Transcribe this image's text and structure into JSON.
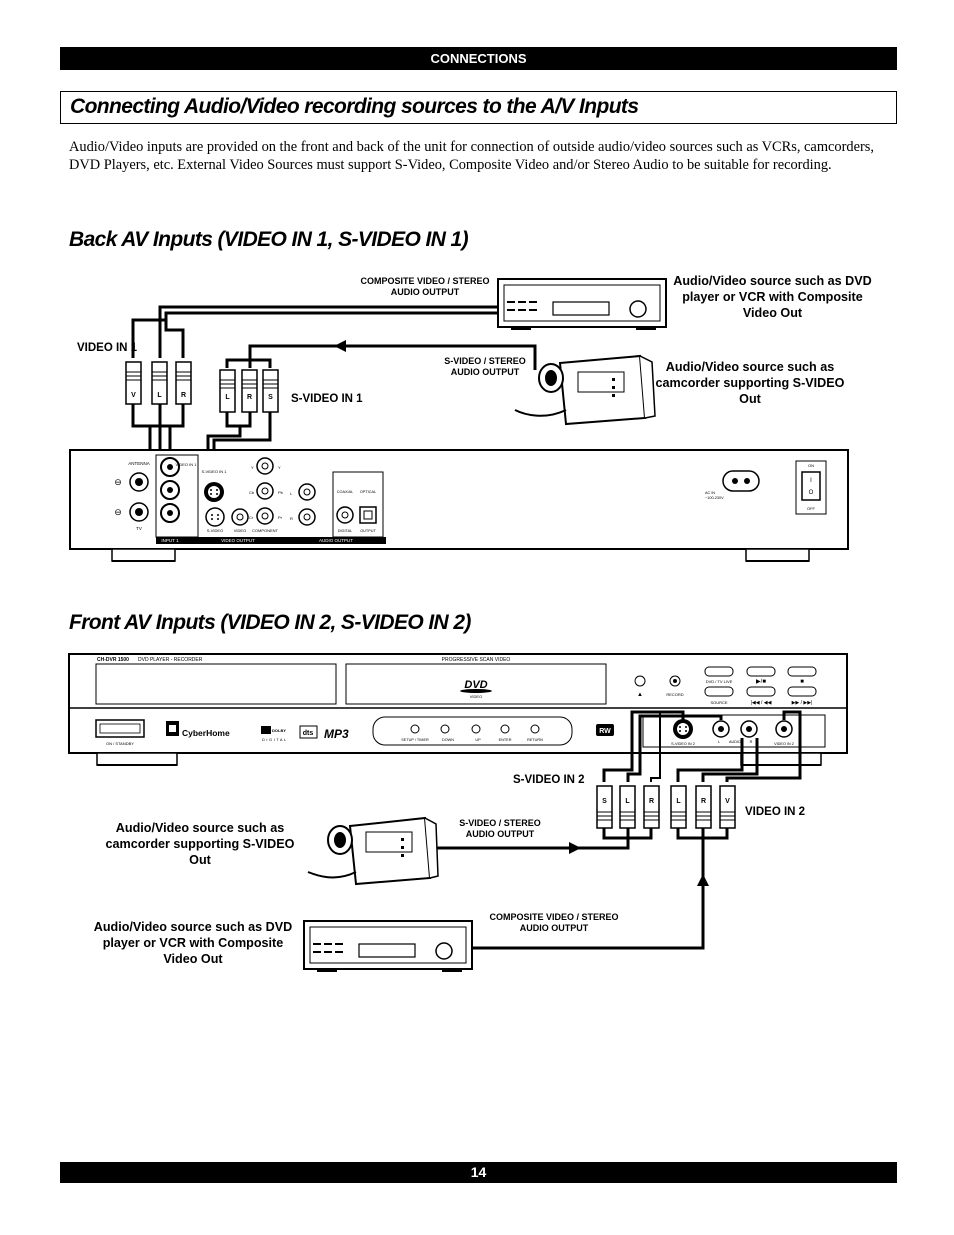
{
  "header": {
    "section_label": "CONNECTIONS"
  },
  "page": {
    "title": "Connecting Audio/Video recording sources to the A/V Inputs",
    "intro": "Audio/Video inputs are provided on the front and back of the unit for connection of outside audio/video sources such as VCRs, camcorders, DVD Players, etc. External Video Sources must support S-Video, Composite Video and/or Stereo Audio to be suitable for recording."
  },
  "back_section": {
    "heading": "Back AV Inputs (VIDEO IN 1, S-VIDEO IN 1)",
    "video_in_label": "VIDEO IN 1",
    "svideo_in_label": "S-VIDEO IN 1",
    "composite_output_label": "COMPOSITE VIDEO / STEREO AUDIO OUTPUT",
    "svideo_output_label": "S-VIDEO / STEREO AUDIO OUTPUT",
    "dvd_source_desc": "Audio/Video source such as DVD player or VCR with Composite Video Out",
    "camcorder_source_desc": "Audio/Video source such as camcorder supporting S-VIDEO Out",
    "plug_letters_video": [
      "V",
      "L",
      "R"
    ],
    "plug_letters_svideo": [
      "L",
      "R",
      "S"
    ],
    "panel": {
      "antenna": "ANTENNA",
      "tv": "TV",
      "video_in_1": "VIDEO IN 1",
      "svideo_in_1": "S-VIDEO IN 1",
      "input_1": "INPUT 1",
      "video_output": "VIDEO OUTPUT",
      "audio_output": "AUDIO OUTPUT",
      "svideo": "S-VIDEO",
      "video": "VIDEO",
      "component": "COMPONENT",
      "coaxial": "COAXIAL",
      "optical": "OPTICAL",
      "digital": "DIGITAL",
      "output": "OUTPUT",
      "ac_in": "AC IN",
      "voltage": "~100-230V",
      "on": "ON",
      "off": "OFF",
      "y": "Y",
      "cb": "Cb",
      "cr": "Cr",
      "pb": "Pb",
      "pr": "Pr",
      "l": "L",
      "r": "R",
      "switch_on": "I",
      "switch_off": "O"
    }
  },
  "front_section": {
    "heading": "Front AV Inputs (VIDEO IN 2, S-VIDEO IN 2)",
    "svideo_in_label": "S-VIDEO IN 2",
    "video_in_label": "VIDEO IN 2",
    "svideo_output_label": "S-VIDEO / STEREO AUDIO OUTPUT",
    "composite_output_label": "COMPOSITE VIDEO / STEREO AUDIO OUTPUT",
    "camcorder_source_desc": "Audio/Video source such as camcorder supporting S-VIDEO Out",
    "dvd_source_desc": "Audio/Video source such as DVD player or VCR with Composite Video Out",
    "plug_letters": [
      "S",
      "L",
      "R",
      "L",
      "R",
      "V"
    ],
    "panel": {
      "model": "CH-DVR 1500",
      "model_desc": "DVD PLAYER - RECORDER",
      "progressive": "PROGRESSIVE SCAN VIDEO",
      "dvd_logo": "DVD",
      "dvd_logo_sub": "VIDEO",
      "record": "RECORD",
      "dvd_tv_live": "DVD / TV LIVE",
      "source": "SOURCE",
      "on_standby": "ON / STANDBY",
      "brand": "CyberHome",
      "dolby": "DOLBY",
      "digital": "DIGITAL",
      "dts": "dts",
      "mp3": "MP3",
      "rw": "RW",
      "setup_timer": "SETUP / TIMER",
      "down": "DOWN",
      "up": "UP",
      "enter": "ENTER",
      "return": "RETURN",
      "svideo_in_2": "S-VIDEO IN 2",
      "l": "L",
      "audio": "AUDIO",
      "r": "R",
      "video_in_2": "VIDEO IN 2"
    }
  },
  "footer": {
    "page_number": "14"
  }
}
